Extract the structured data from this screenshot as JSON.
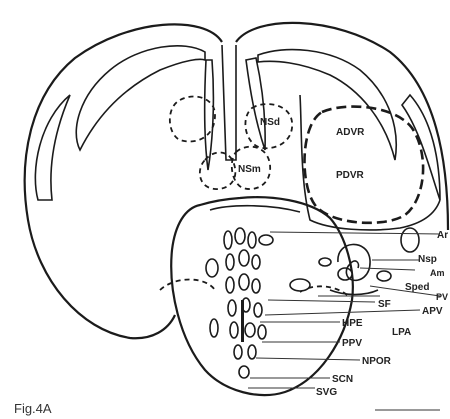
{
  "figure": {
    "caption": "Fig.4A",
    "regions": {
      "nsd": "NSd",
      "nsm": "NSm",
      "advr": "ADVR",
      "pdvr": "PDVR"
    },
    "labels": {
      "ar": "Ar",
      "nsp": "Nsp",
      "am": "Am",
      "sped": "Sped",
      "pv": "PV",
      "sf": "SF",
      "apv": "APV",
      "hpe": "HPE",
      "lpa": "LPA",
      "ppv": "PPV",
      "npor": "NPOR",
      "scn": "SCN",
      "svg": "SVG"
    }
  }
}
